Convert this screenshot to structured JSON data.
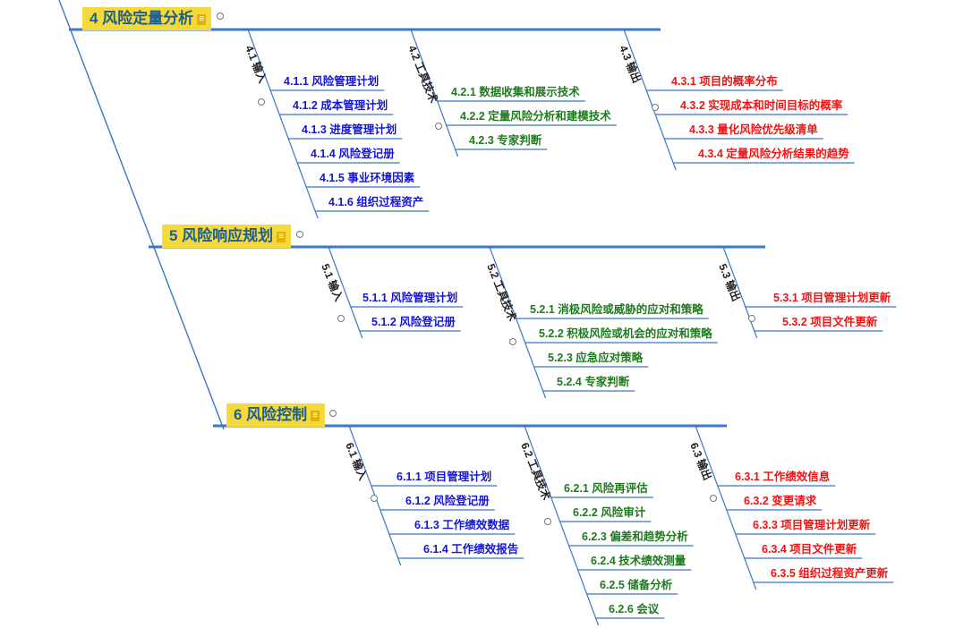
{
  "sections": [
    {
      "title": "4 风险定量分析",
      "branches": [
        {
          "label": "4.1 输入",
          "color": "blue",
          "items": [
            "4.1.1 风险管理计划",
            "4.1.2 成本管理计划",
            "4.1.3 进度管理计划",
            "4.1.4 风险登记册",
            "4.1.5 事业环境因素",
            "4.1.6 组织过程资产"
          ]
        },
        {
          "label": "4.2 工具技术",
          "color": "green",
          "items": [
            "4.2.1 数据收集和展示技术",
            "4.2.2 定量风险分析和建模技术",
            "4.2.3 专家判断"
          ]
        },
        {
          "label": "4.3 输出",
          "color": "red",
          "items": [
            "4.3.1 项目的概率分布",
            "4.3.2 实现成本和时间目标的概率",
            "4.3.3 量化风险优先级清单",
            "4.3.4 定量风险分析结果的趋势"
          ]
        }
      ]
    },
    {
      "title": "5 风险响应规划",
      "branches": [
        {
          "label": "5.1 输入",
          "color": "blue",
          "items": [
            "5.1.1 风险管理计划",
            "5.1.2 风险登记册"
          ]
        },
        {
          "label": "5.2 工具技术",
          "color": "green",
          "items": [
            "5.2.1 消极风险或威胁的应对和策略",
            "5.2.2 积极风险或机会的应对和策略",
            "5.2.3 应急应对策略",
            "5.2.4 专家判断"
          ]
        },
        {
          "label": "5.3 输出",
          "color": "red",
          "items": [
            "5.3.1 项目管理计划更新",
            "5.3.2 项目文件更新"
          ]
        }
      ]
    },
    {
      "title": "6 风险控制",
      "branches": [
        {
          "label": "6.1 输入",
          "color": "blue",
          "items": [
            "6.1.1 项目管理计划",
            "6.1.2 风险登记册",
            "6.1.3 工作绩效数据",
            "6.1.4 工作绩效报告"
          ]
        },
        {
          "label": "6.2 工具技术",
          "color": "green",
          "items": [
            "6.2.1 风险再评估",
            "6.2.2 风险审计",
            "6.2.3 偏差和趋势分析",
            "6.2.4 技术绩效测量",
            "6.2.5 储备分析",
            "6.2.6 会议"
          ]
        },
        {
          "label": "6.3 输出",
          "color": "red",
          "items": [
            "6.3.1 工作绩效信息",
            "6.3.2 变更请求",
            "6.3.3 项目管理计划更新",
            "6.3.4 项目文件更新",
            "6.3.5 组织过程资产更新"
          ]
        }
      ]
    }
  ],
  "colors": {
    "line": "#3a78c8",
    "topic_bg": "#f5d83a",
    "topic_text": "#1b5f8e",
    "blue": "#1515d6",
    "green": "#1f7a1f",
    "red": "#f01414"
  }
}
